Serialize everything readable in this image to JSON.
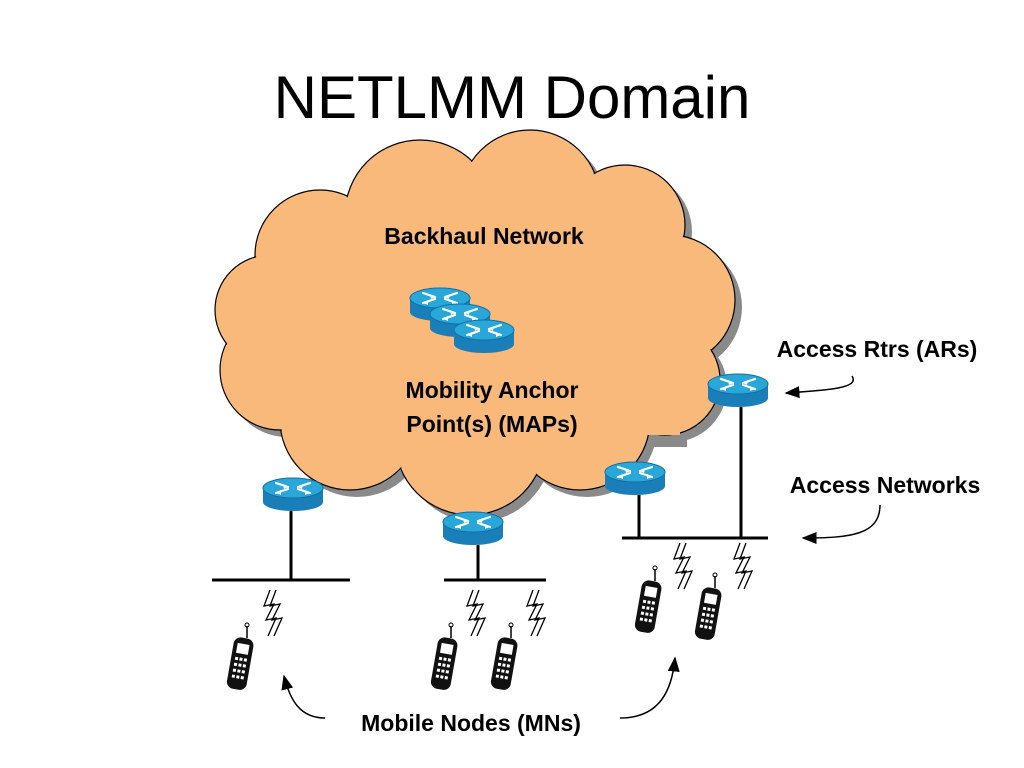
{
  "slide": {
    "title": "NETLMM Domain"
  },
  "diagram": {
    "cloud_label": "Backhaul Network",
    "maps_label_line1": "Mobility Anchor",
    "maps_label_line2": "Point(s) (MAPs)",
    "access_routers_label": "Access Rtrs (ARs)",
    "access_networks_label": "Access Networks",
    "mobile_nodes_label": "Mobile Nodes (MNs)"
  },
  "colors": {
    "cloud_fill": "#F9B97A",
    "cloud_shadow": "#8A8A8A",
    "router_top": "#2AA7D9",
    "router_body": "#1A7FB8",
    "router_arrows": "#FFFFFF",
    "lines": "#000000"
  },
  "icons": [
    "router-icon",
    "router-stack-icon",
    "mobile-phone-icon",
    "wireless-signal-icon",
    "arrow-icon"
  ]
}
